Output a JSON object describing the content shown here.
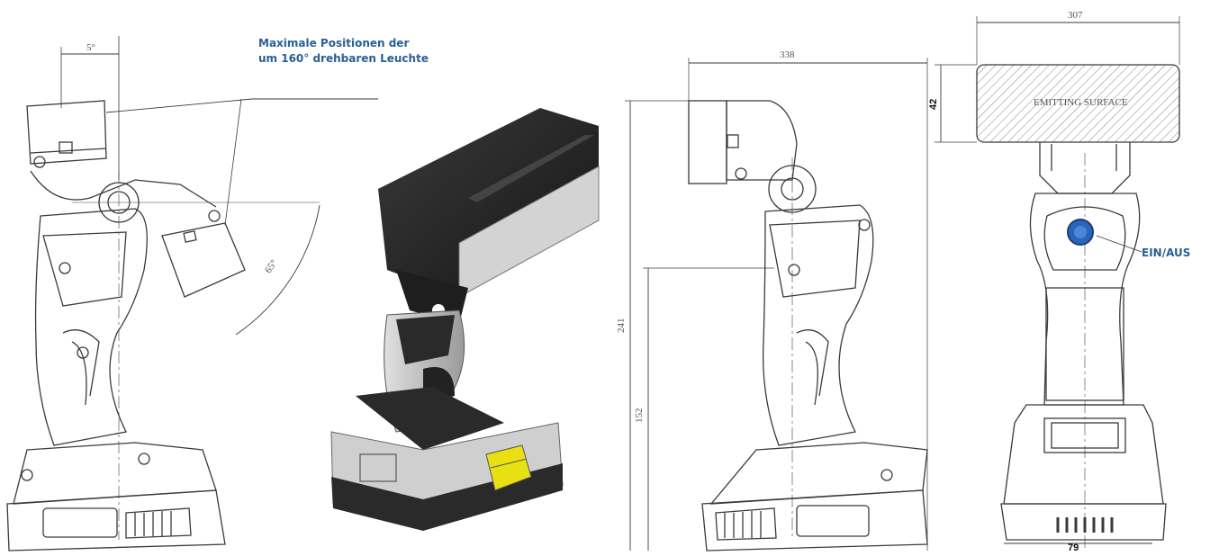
{
  "callouts": {
    "rotation": "Maximale Positionen der um 160° drehbaren Leuchte",
    "switch": "EIN/AUS"
  },
  "dimensions": {
    "tilt_small": "5°",
    "tilt_large": "65°",
    "depth": "338",
    "height_total": "241",
    "height_grip": "152",
    "width_head": "307",
    "head_height": "42",
    "base_width": "79"
  },
  "labels": {
    "emitting_surface": "EMITTING SURFACE"
  },
  "colors": {
    "line": "#3a3a3a",
    "callout": "#2a5f95",
    "switch": "#2b64b8",
    "battery_label": "#e8e011",
    "body_dark": "#2a2a2a",
    "body_light": "#bdbdbd"
  }
}
